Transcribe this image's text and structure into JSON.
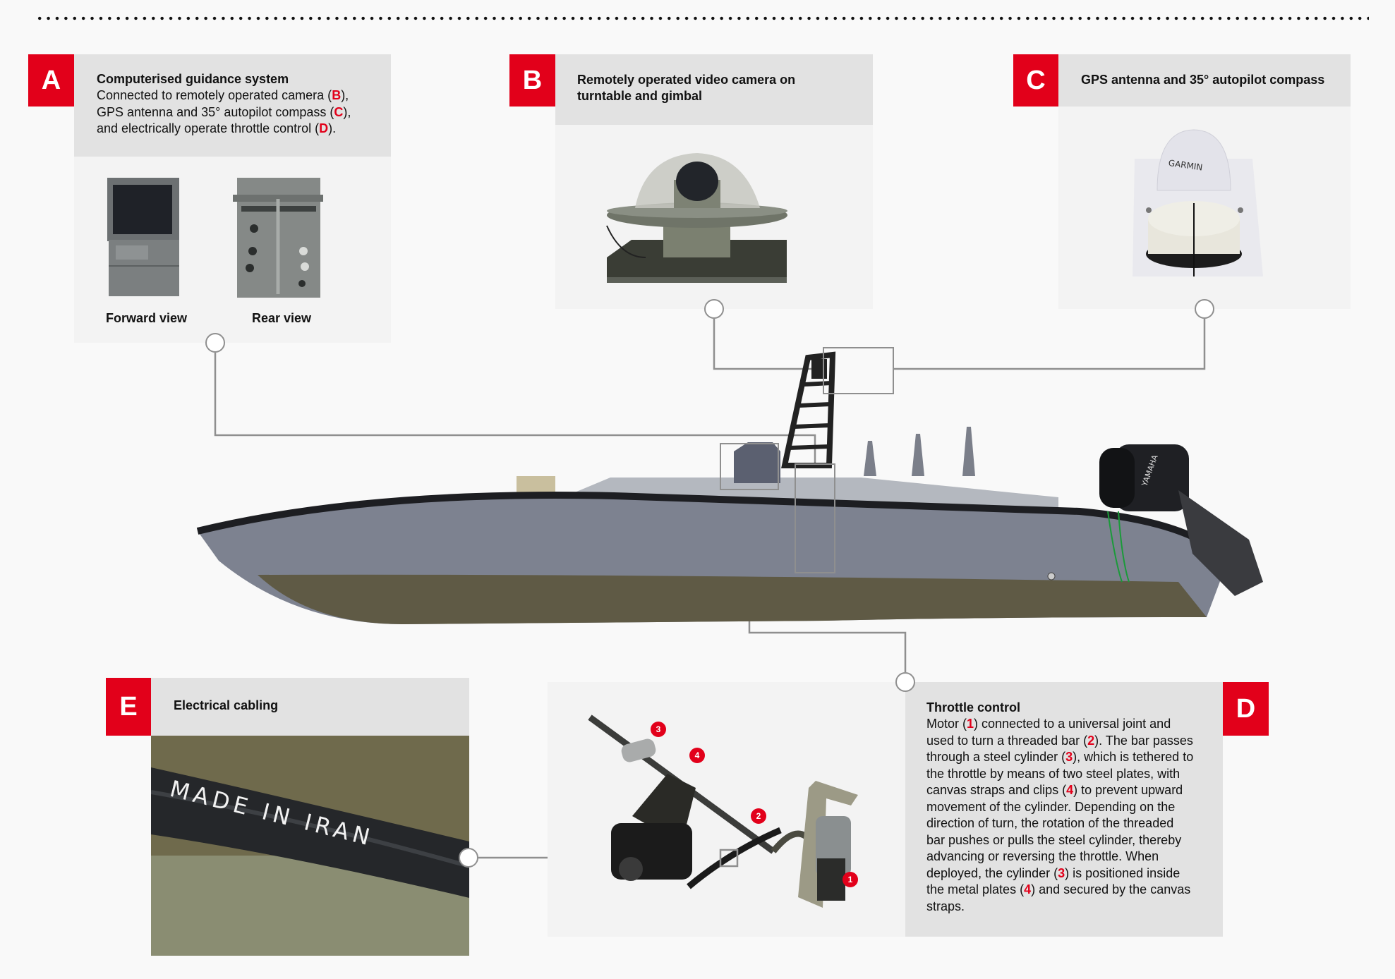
{
  "colors": {
    "accent": "#e2001a",
    "header_bg": "#e2e2e2",
    "panel_bg": "#f3f3f3",
    "connector": "#8f8f8f"
  },
  "panels": {
    "A": {
      "letter": "A",
      "title": "Computerised guidance system",
      "text_parts": [
        "Connected to remotely operated camera (",
        "B",
        "),",
        "GPS antenna and 35° autopilot compass (",
        "C",
        "),",
        "and electrically operate throttle control (",
        "D",
        ")."
      ],
      "images": [
        {
          "caption": "Forward view",
          "icon": "guidance-console-forward-photo"
        },
        {
          "caption": "Rear view",
          "icon": "guidance-console-rear-photo"
        }
      ]
    },
    "B": {
      "letter": "B",
      "title_line1": "Remotely operated video camera on",
      "title_line2": "turntable and gimbal",
      "icon": "dome-camera-photo"
    },
    "C": {
      "letter": "C",
      "title": "GPS antenna and 35° autopilot compass",
      "icon": "gps-antenna-photo",
      "antenna_brand": "GARMIN"
    },
    "D": {
      "letter": "D",
      "title": "Throttle control",
      "lines": [
        [
          "Motor (",
          "1",
          ") connected to a universal joint and"
        ],
        [
          "used to turn a threaded bar (",
          "2",
          "). The bar passes"
        ],
        [
          "through a steel cylinder (",
          "3",
          "), which is tethered to"
        ],
        [
          "the throttle by means of two steel plates, with"
        ],
        [
          "canvas straps and clips (",
          "4",
          ") to prevent upward"
        ],
        [
          "movement of the cylinder. Depending on the"
        ],
        [
          "direction of turn, the rotation of the threaded"
        ],
        [
          "bar pushes or pulls the steel cylinder, thereby"
        ],
        [
          "advancing or reversing the throttle. When"
        ],
        [
          "deployed, the cylinder (",
          "3",
          ") is positioned inside"
        ],
        [
          "the metal plates (",
          "4",
          ") and secured by the canvas"
        ],
        [
          "straps."
        ]
      ],
      "photo_markers": [
        "3",
        "4",
        "2",
        "1"
      ],
      "icon": "throttle-mechanism-photo"
    },
    "E": {
      "letter": "E",
      "title": "Electrical cabling",
      "cable_text": "MADE IN IRAN",
      "icon": "cable-photo"
    }
  },
  "boat": {
    "icon": "unmanned-boat-photo",
    "motor_brand": "YAMAHA"
  }
}
